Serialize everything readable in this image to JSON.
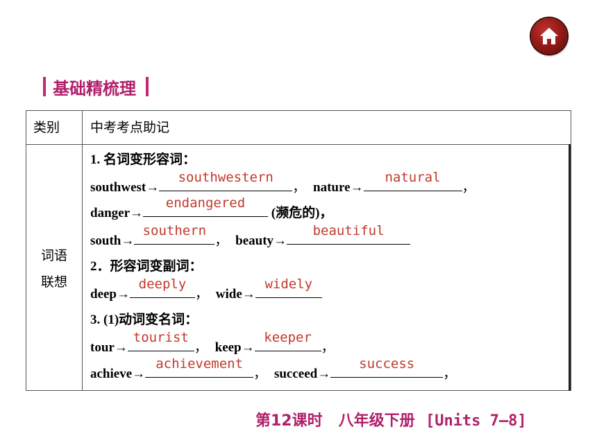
{
  "section": {
    "title": "基础精梳理"
  },
  "table": {
    "headers": {
      "category": "类别",
      "content": "中考考点助记"
    },
    "category_lines": [
      "词语",
      "联想"
    ],
    "items": {
      "h1": "1. 名词变形容词：",
      "southwest": "southwest→",
      "southwest_ans": "southwestern",
      "nature": "nature→",
      "nature_ans": "natural",
      "danger": "danger→",
      "danger_ans": "endangered",
      "danger_note": "(濒危的)，",
      "south": "south→",
      "south_ans": "southern",
      "beauty": "beauty→",
      "beauty_ans": "beautiful",
      "h2": "2．形容词变副词：",
      "deep": "deep→",
      "deep_ans": "deeply",
      "wide": "wide→",
      "wide_ans": "widely",
      "h3": "3. (1)动词变名词：",
      "tour": "tour→",
      "tour_ans": "tourist",
      "keep": "keep→",
      "keep_ans": "keeper",
      "achieve": "achieve→",
      "achieve_ans": "achievement",
      "succeed": "succeed→",
      "succeed_ans": "success"
    }
  },
  "footer": {
    "lesson": "第12课时",
    "grade": "八年级下册",
    "units": "[Units 7—8]"
  },
  "icons": {
    "home": "home-icon"
  },
  "colors": {
    "accent": "#b0206a",
    "answer": "#c0392b",
    "home_button": "#8e1714"
  }
}
